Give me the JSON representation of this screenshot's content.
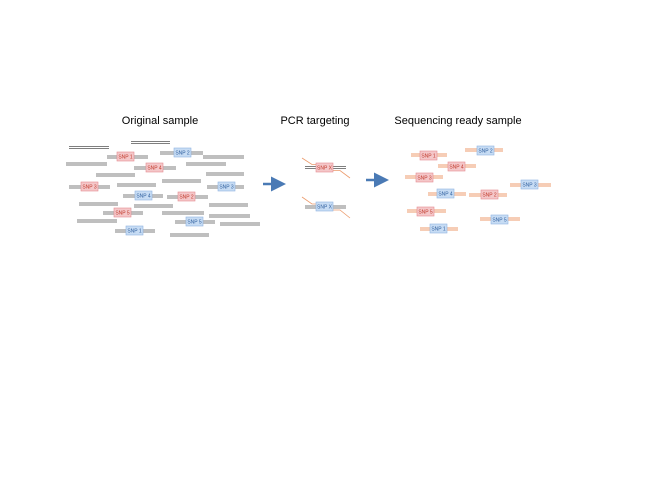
{
  "panels": {
    "original": {
      "title": "Original sample"
    },
    "pcr": {
      "title": "PCR targeting"
    },
    "sequencing": {
      "title": "Sequencing ready sample"
    }
  },
  "snp_labels": {
    "snp1": "SNP 1",
    "snp2": "SNP 2",
    "snp3": "SNP 3",
    "snp4": "SNP 4",
    "snp5": "SNP 5"
  },
  "colors": {
    "pink_fill": "#f4c7c9",
    "pink_stroke": "#e48a8f",
    "pink_text": "#c0392b",
    "blue_fill": "#c7dcf4",
    "blue_stroke": "#8fb3df",
    "blue_text": "#2f5f9e",
    "dna_strand": "#7f7f7f",
    "amplicon": "#ec9b6c",
    "arrow": "#4a7ab5"
  }
}
